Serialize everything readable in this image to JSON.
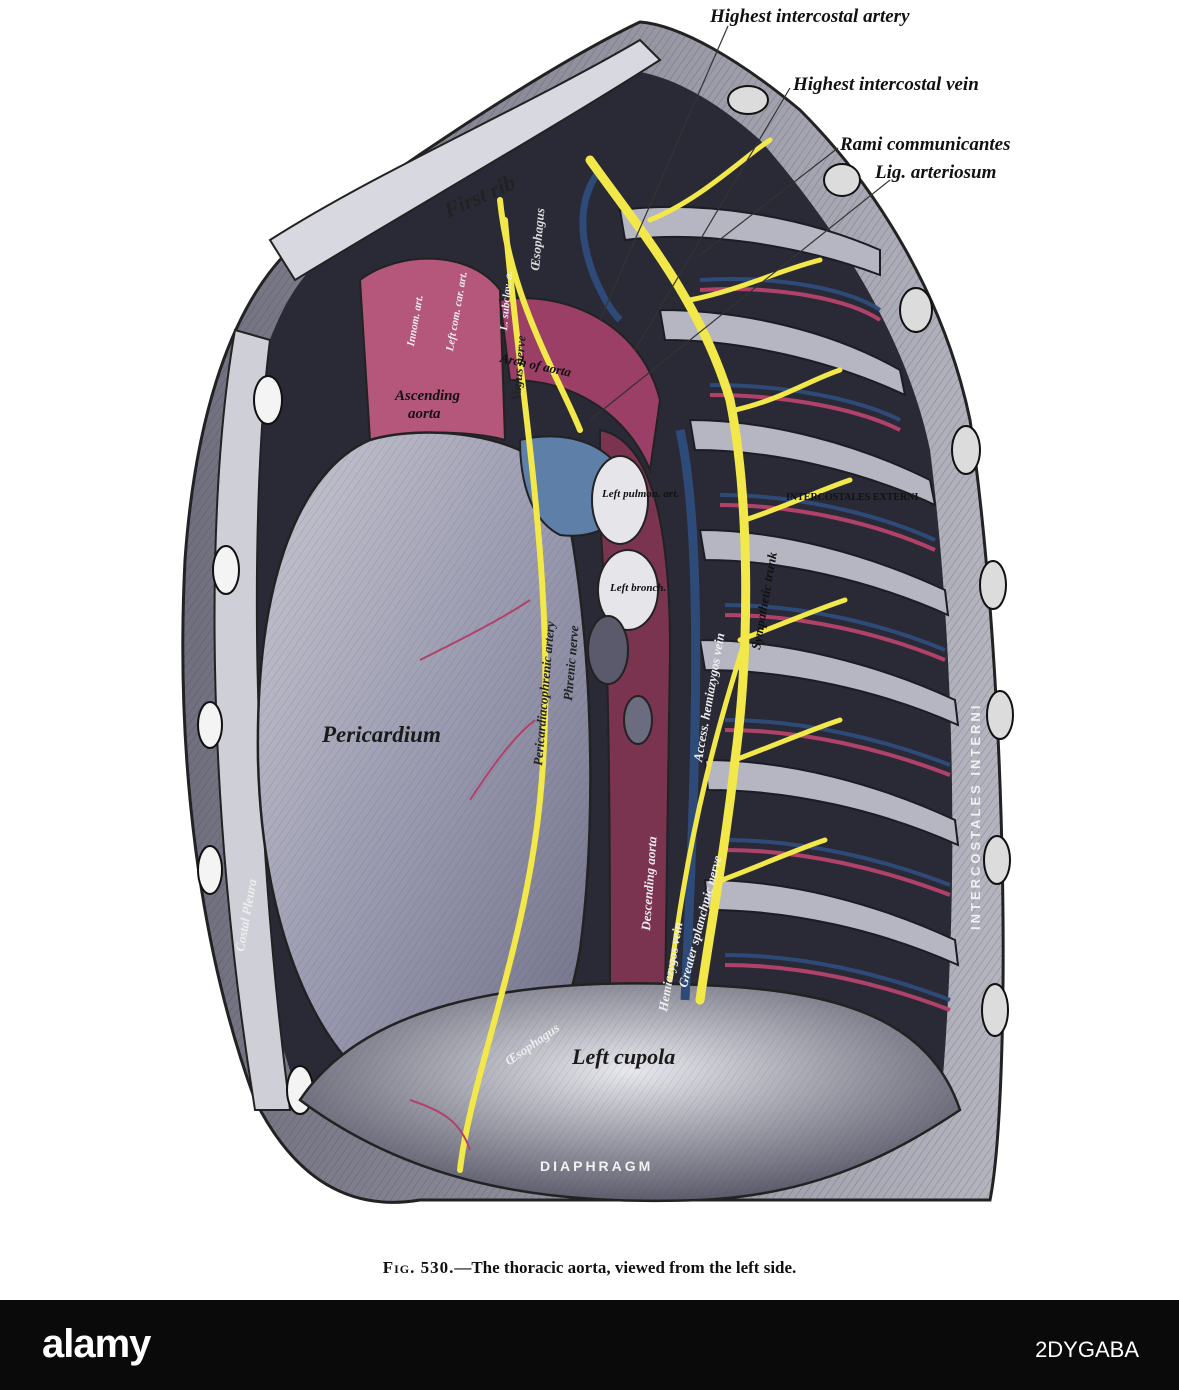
{
  "callouts": {
    "highest_intercostal_artery": "Highest intercostal artery",
    "highest_intercostal_vein": "Highest intercostal vein",
    "rami_communicantes": "Rami communicantes",
    "lig_arteriosum": "Lig. arteriosum"
  },
  "labels": {
    "first_rib": "First rib",
    "pericardium": "Pericardium",
    "ascending_aorta_1": "Ascending",
    "ascending_aorta_2": "aorta",
    "left_cupola": "Left cupola",
    "diaphragm": "DIAPHRAGM",
    "intercostales_interni": "INTERCOSTALES INTERNI",
    "intercostales_externi": "INTERCOSTALES EXTERNI",
    "costal_pleura": "Costal Pleura",
    "vagus_nerve": "Vagus nerve",
    "phrenic_nerve": "Phrenic nerve",
    "oesophagus_top": "Œsophagus",
    "oesophagus_bottom": "Œsophagus",
    "arch_of_aorta": "Arch of aorta",
    "left_pulmonary_artery": "Left pulmon. art.",
    "left_bronchus": "Left bronch.",
    "descending_aorta": "Descending aorta",
    "sympathetic_trunk": "Sympathetic trunk",
    "accessory_hemiazygos_vein": "Access. hemiazygos vein",
    "hemiazygos_vein": "Hemiazygos vein",
    "greater_splanchnic_nerve": "Greater splanchnic nerve",
    "pericardiacophrenic_artery": "Pericardiacophrenic artery",
    "left_subclavian_artery": "L. subclav. a.",
    "left_common_carotid_artery": "Left com. car. art.",
    "innominate_artery": "Innom. art."
  },
  "caption": {
    "fig": "Fig. 530.",
    "text": "—The thoracic aorta, viewed from the left side."
  },
  "footer": {
    "watermark": "alamy",
    "image_id": "2DYGABA"
  },
  "colors": {
    "nerve": "#f2e84a",
    "artery": "#b0426a",
    "vein": "#2e4a78",
    "tissue": "#8c8c9c",
    "background": "#ffffff",
    "footer": "#0a0a0a"
  }
}
